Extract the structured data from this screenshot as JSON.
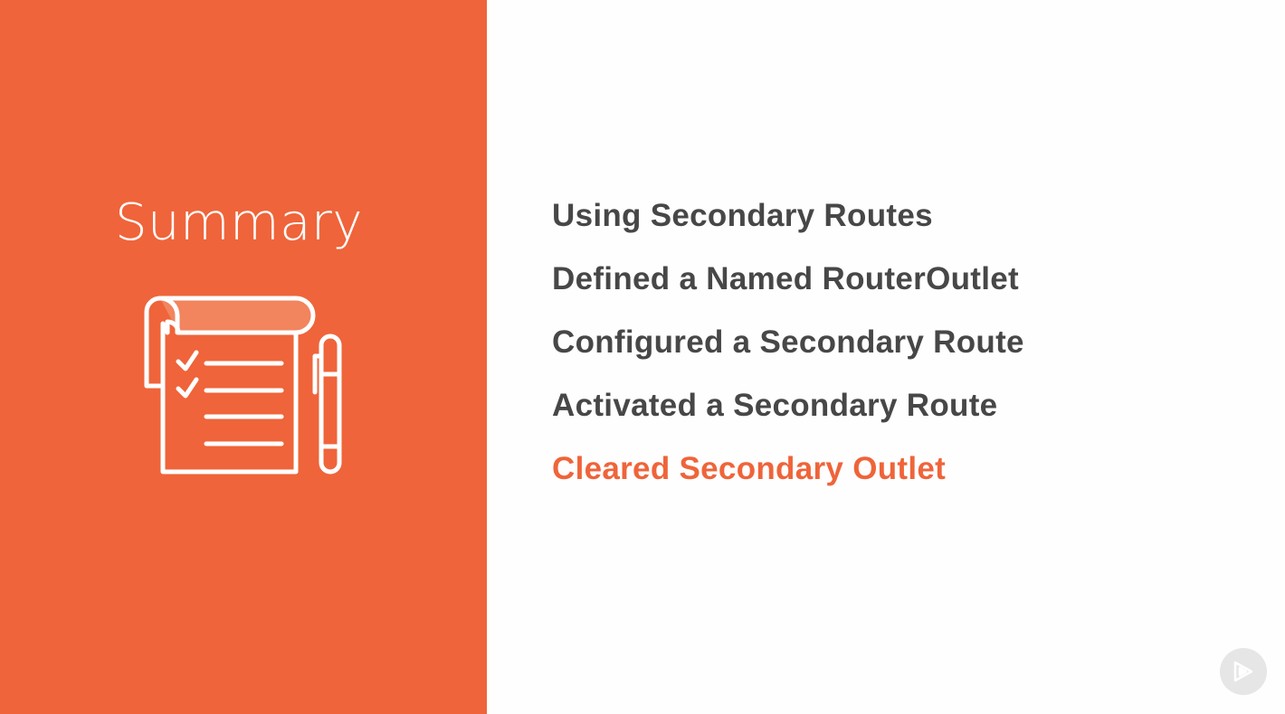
{
  "slide": {
    "title": "Summary",
    "topics": [
      {
        "label": "Using Secondary Routes",
        "active": false
      },
      {
        "label": "Defined a Named RouterOutlet",
        "active": false
      },
      {
        "label": "Configured a Secondary Route",
        "active": false
      },
      {
        "label": "Activated a Secondary Route",
        "active": false
      },
      {
        "label": "Cleared Secondary Outlet",
        "active": true
      }
    ]
  },
  "icons": {
    "illustration": "notepad-checklist-pen-icon",
    "badge": "play-logo-icon"
  },
  "colors": {
    "accent": "#ef643a",
    "text": "#474747",
    "background": "#fefefe"
  }
}
